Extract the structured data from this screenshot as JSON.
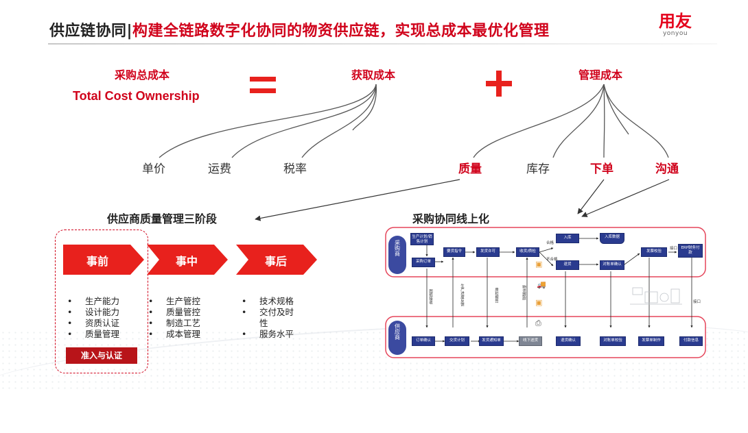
{
  "header": {
    "title_prefix": "供应链协同|",
    "title_main": "构建全链路数字化协同的物资供应链，实现总成本最优化管理",
    "logo_text": "用友",
    "logo_sub": "yonyou"
  },
  "formula": {
    "total_cn": "采购总成本",
    "total_en": "Total Cost Ownership",
    "acquisition": "获取成本",
    "management": "管理成本"
  },
  "acquisition_items": [
    "单价",
    "运费",
    "税率"
  ],
  "management_items": [
    "质量",
    "库存",
    "下单",
    "沟通"
  ],
  "quality_section": {
    "title": "供应商质量管理三阶段",
    "stages": [
      {
        "label": "事前",
        "bullets": [
          "生产能力",
          "设计能力",
          "资质认证",
          "质量管理"
        ]
      },
      {
        "label": "事中",
        "bullets": [
          "生产管控",
          "质量管控",
          "制造工艺",
          "成本管理"
        ]
      },
      {
        "label": "事后",
        "bullets": [
          "技术规格",
          "交付及时",
          "性",
          "服务水平"
        ]
      }
    ],
    "cert_button": "准入与认证"
  },
  "flow_section": {
    "title": "采购协同线上化",
    "lane_buyer": "采购商",
    "lane_supplier": "供应商",
    "buyer_nodes": {
      "plan": "生产计划/销售计划",
      "po": "采购订单",
      "delivery_cmd": "要货指令",
      "ship_permit": "发货许可",
      "receive": "收货/质检",
      "stock_in": "入库",
      "stock_in_data": "入库数据",
      "return": "退货",
      "reconcile": "对账单确认",
      "invoice_check": "发票校验",
      "erp": "ERP财务付款"
    },
    "supplier_nodes": {
      "order_confirm": "订单确认",
      "delivery_plan": "交货计划",
      "ship_notice": "发货通知单",
      "offline_ship": "线下送货",
      "return_confirm": "退货确认",
      "recon_check": "对账单校验",
      "invoice_make": "发票单制作",
      "pay_info": "付款信息"
    },
    "link_labels": {
      "pass": "合格",
      "fail": "不合格",
      "interface": "接口",
      "interface2": "接口",
      "v_order": "图纸接收",
      "v_plan": "生产进度反馈",
      "v_ship": "质检报告",
      "v_logistics": "物流跟踪"
    }
  },
  "colors": {
    "brand_red": "#d0021b",
    "stage_red": "#e8211d",
    "flow_blue": "#2a3b8f",
    "lane_border": "#e5455a"
  }
}
